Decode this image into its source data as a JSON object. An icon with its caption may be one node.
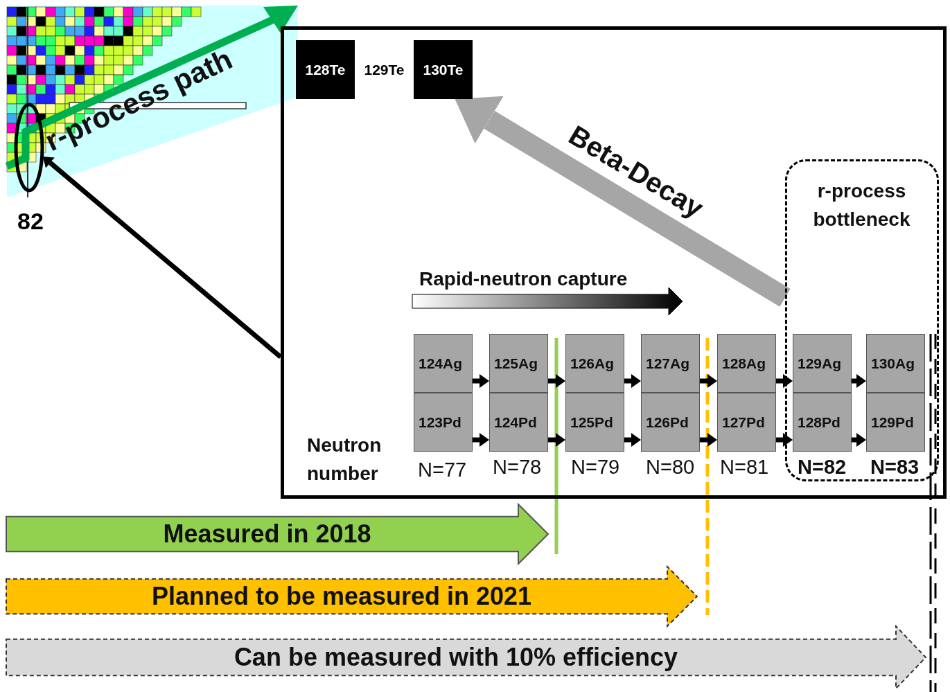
{
  "diagram": {
    "nodes": [
      {
        "text": [],
        "shape": "circle",
        "beside": [
          "82"
        ]
      },
      {
        "text": [],
        "shape": "box"
      },
      {
        "text": [
          "128Te"
        ],
        "in": 1
      },
      {
        "text": [
          "129Te"
        ],
        "in": 1
      },
      {
        "text": [
          "130Te"
        ],
        "in": 1
      },
      {
        "text": [
          "r-process bottleneck"
        ],
        "in": 1
      },
      {
        "text": [
          "124Ag"
        ],
        "in": 1
      },
      {
        "text": [
          "125Ag"
        ],
        "in": 1
      },
      {
        "text": [
          "126Ag"
        ],
        "in": 1
      },
      {
        "text": [
          "127Ag"
        ],
        "in": 1
      },
      {
        "text": [
          "128Ag"
        ],
        "in": 1
      },
      {
        "text": [
          "129Ag"
        ],
        "in": 5
      },
      {
        "text": [
          "130Ag"
        ],
        "in": 5
      },
      {
        "text": [
          "123Pd"
        ],
        "in": 1
      },
      {
        "text": [
          "124Pd"
        ],
        "in": 1
      },
      {
        "text": [
          "125Pd"
        ],
        "in": 1
      },
      {
        "text": [
          "126Pd"
        ],
        "in": 1
      },
      {
        "text": [
          "127Pd"
        ],
        "in": 1
      },
      {
        "text": [
          "128Pd"
        ],
        "in": 5
      },
      {
        "text": [
          "129Pd"
        ],
        "in": 5
      },
      {
        "text": [
          "Measured in 2018"
        ]
      },
      {
        "text": [
          "Planned to be measured in 2021"
        ]
      },
      {
        "text": [
          "Can be measured with 10% efficiency"
        ]
      }
    ],
    "edges": [
      {
        "from": 1,
        "to": 0,
        "arrow": "to"
      },
      {
        "from": 5,
        "to": 4,
        "arrow": "to",
        "label": "Beta-Decay",
        "style": "thick",
        "color": "#a6a6a6"
      },
      {
        "from": 6,
        "to": 7,
        "arrow": "to"
      },
      {
        "from": 7,
        "to": 8,
        "arrow": "to"
      },
      {
        "from": 8,
        "to": 9,
        "arrow": "to"
      },
      {
        "from": 9,
        "to": 10,
        "arrow": "to"
      },
      {
        "from": 10,
        "to": 11,
        "arrow": "to"
      },
      {
        "from": 11,
        "to": 12,
        "arrow": "to"
      },
      {
        "from": 13,
        "to": 14,
        "arrow": "to"
      },
      {
        "from": 14,
        "to": 15,
        "arrow": "to"
      },
      {
        "from": 15,
        "to": 16,
        "arrow": "to"
      },
      {
        "from": 16,
        "to": 17,
        "arrow": "to"
      },
      {
        "from": 17,
        "to": 18,
        "arrow": "to"
      },
      {
        "from": 18,
        "to": 19,
        "arrow": "to"
      }
    ],
    "labels": [
      "r-process path",
      "Rapid-neutron capture",
      "Neutron number",
      "N=77",
      "N=78",
      "N=79",
      "N=80",
      "N=81",
      "N=82",
      "N=83"
    ]
  }
}
